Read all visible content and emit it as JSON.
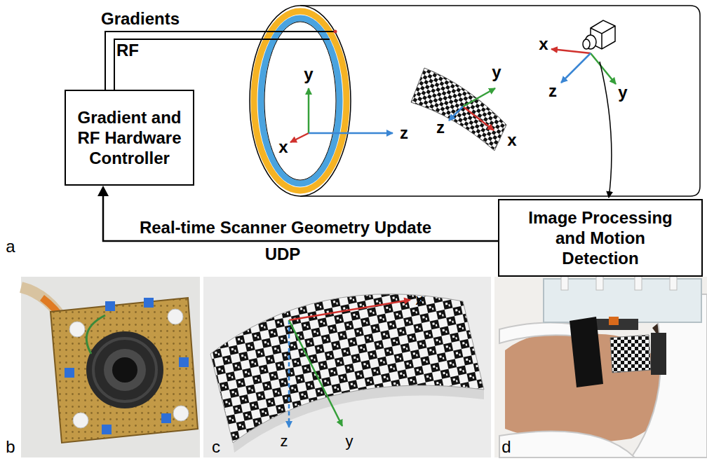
{
  "diagram": {
    "nodes": [
      {
        "text": [
          "Gradient and RF Hardware Controller"
        ]
      },
      {
        "text": [
          "Image Processing and Motion Detection"
        ]
      }
    ],
    "edges": [
      {
        "from": 1,
        "to": 0,
        "arrow": "to",
        "label": "Real-time Scanner Geometry Update UDP"
      }
    ],
    "labels": [
      "Gradients",
      "RF",
      "x",
      "y",
      "z",
      "y",
      "z",
      "x",
      "x",
      "z",
      "y",
      "a",
      "b",
      "x",
      "z",
      "y",
      "c",
      "d"
    ]
  }
}
